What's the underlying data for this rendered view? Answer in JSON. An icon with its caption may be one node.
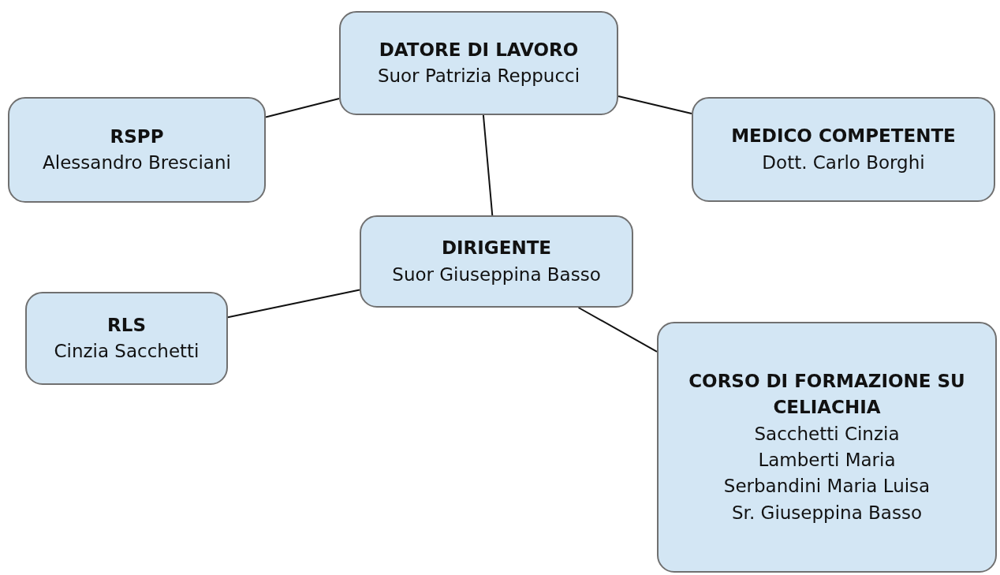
{
  "diagram": {
    "nodes": [
      {
        "text": [
          "DATORE DI LAVORO",
          "Suor Patrizia Reppucci"
        ]
      },
      {
        "text": [
          "RSPP",
          "Alessandro Bresciani"
        ]
      },
      {
        "text": [
          "MEDICO COMPETENTE",
          "Dott. Carlo Borghi"
        ]
      },
      {
        "text": [
          "DIRIGENTE",
          "Suor Giuseppina Basso"
        ]
      },
      {
        "text": [
          "RLS",
          "Cinzia Sacchetti"
        ]
      },
      {
        "text": [
          "CORSO DI FORMAZIONE SU CELIACHIA",
          "Sacchetti Cinzia",
          "Lamberti Maria",
          "Serbandini Maria Luisa",
          "Sr. Giuseppina Basso"
        ]
      }
    ],
    "edges": [
      {
        "from": 0,
        "to": 1,
        "arrow": "none"
      },
      {
        "from": 0,
        "to": 2,
        "arrow": "none"
      },
      {
        "from": 0,
        "to": 3,
        "arrow": "none"
      },
      {
        "from": 3,
        "to": 4,
        "arrow": "none"
      },
      {
        "from": 3,
        "to": 5,
        "arrow": "none"
      }
    ]
  }
}
